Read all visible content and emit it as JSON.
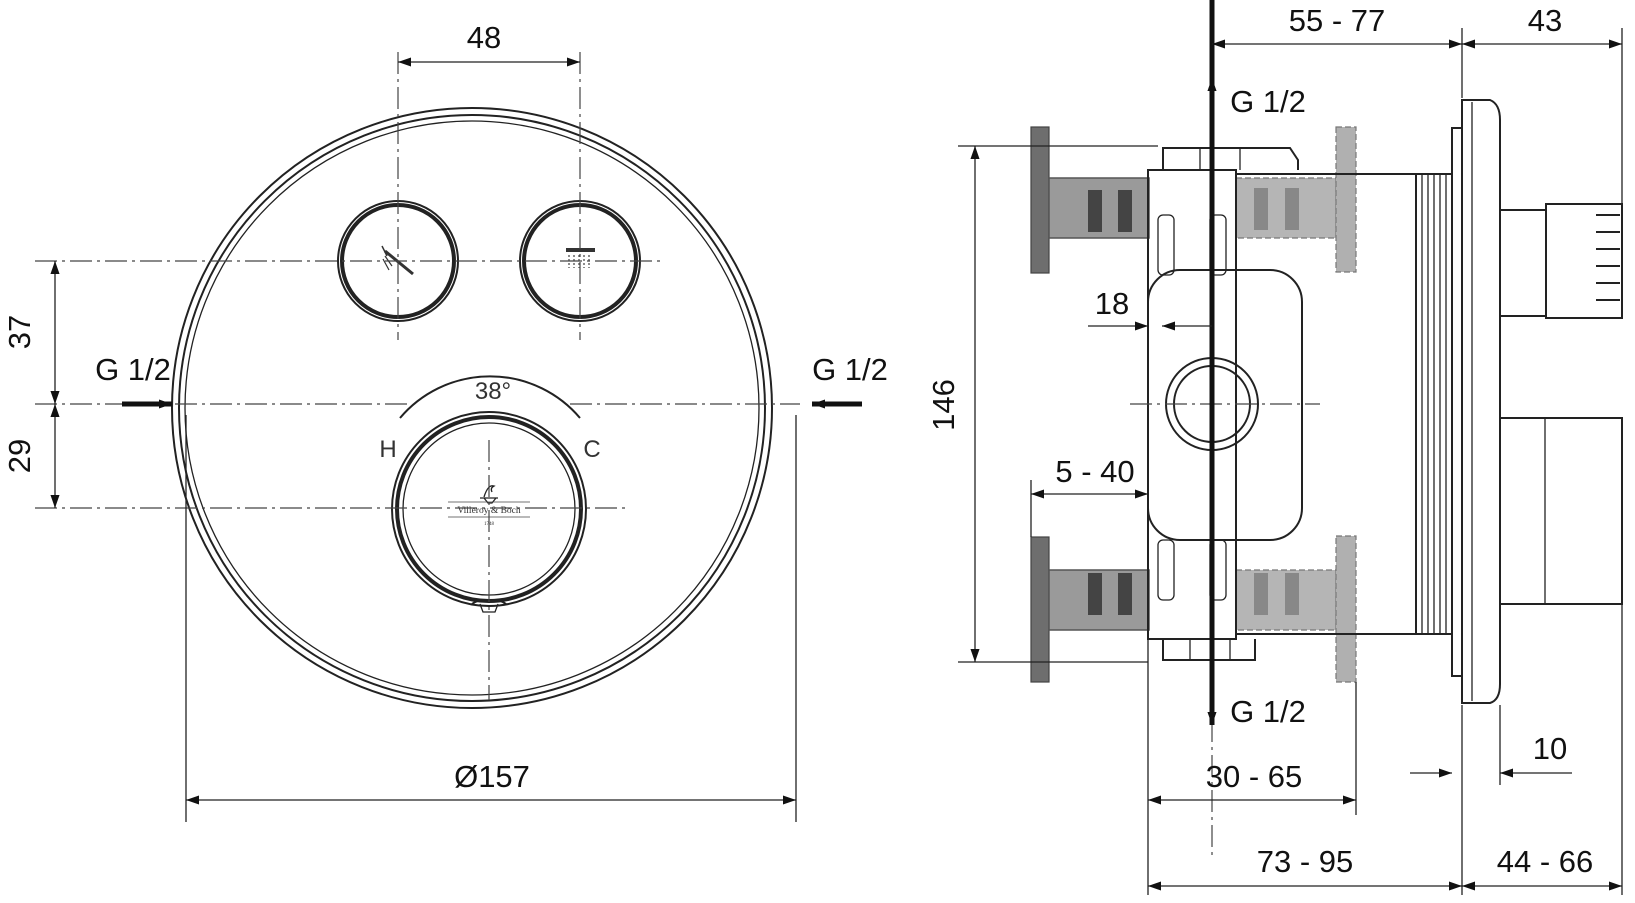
{
  "front_view": {
    "diameter_label": "Ø157",
    "button_spacing_label": "48",
    "vertical_upper_label": "37",
    "vertical_lower_label": "29",
    "inlet_left_label": "G 1/2",
    "inlet_right_label": "G 1/2",
    "angle_label": "38°",
    "hot_label": "H",
    "cold_label": "C",
    "brand_name": "Villeroy & Boch",
    "brand_year": "1748"
  },
  "side_view": {
    "outlet_top_label": "G 1/2",
    "outlet_bottom_label": "G 1/2",
    "height_label": "146",
    "depth_label": "55 - 77",
    "handle_depth_label": "43",
    "offset_label": "18",
    "wall_range_label": "5 - 40",
    "body_depth_label": "30 - 65",
    "total_depth_label": "73 - 95",
    "front_depth_label": "44 - 66",
    "plate_label": "10"
  },
  "icons": [
    "hand-shower-icon",
    "overhead-shower-icon",
    "villeroy-boch-logo"
  ]
}
